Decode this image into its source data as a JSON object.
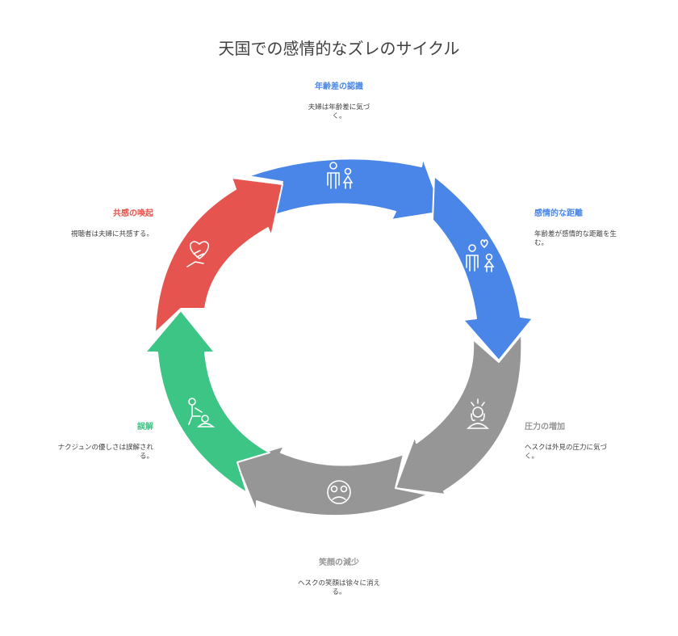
{
  "title": "天国での感情的なズレのサイクル",
  "colors": {
    "blue": "#4a86e8",
    "gray": "#969696",
    "green": "#3dc585",
    "red": "#e5544f"
  },
  "stages": [
    {
      "heading": "年齢差の認識",
      "desc": "夫婦は年齢差に気づく。",
      "color": "blue",
      "icon": "couple-icon"
    },
    {
      "heading": "感情的な距離",
      "desc": "年齢差が感情的な距離を生む。",
      "color": "blue",
      "icon": "couple-heart-icon"
    },
    {
      "heading": "圧力の増加",
      "desc": "ヘスクは外見の圧力に気づく。",
      "color": "gray",
      "icon": "stressed-person-icon"
    },
    {
      "heading": "笑顔の減少",
      "desc": "ヘスクの笑顔は徐々に消える。",
      "color": "gray",
      "icon": "sad-face-icon"
    },
    {
      "heading": "誤解",
      "desc": "ナクジュンの優しさは誤解される。",
      "color": "green",
      "icon": "caregiver-icon"
    },
    {
      "heading": "共感の喚起",
      "desc": "視聴者は夫婦に共感する。",
      "color": "red",
      "icon": "heart-hand-icon"
    }
  ]
}
